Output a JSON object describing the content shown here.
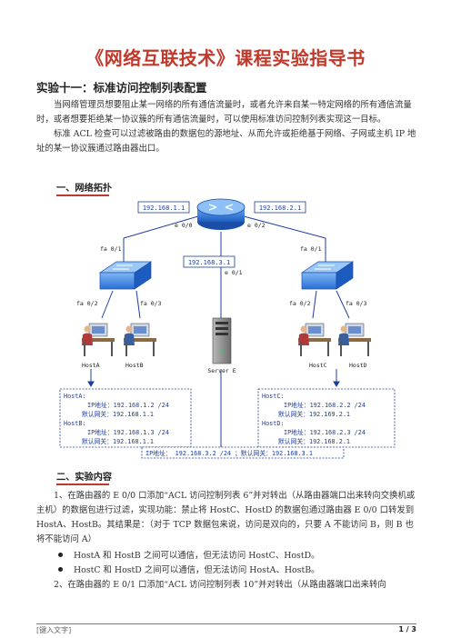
{
  "document": {
    "title": "《网络互联技术》课程实验指导书",
    "experiment_title": "实验十一：标准访问控制列表配置",
    "intro": [
      "当网络管理员想要阻止某一网络的所有通信流量时，或者允许来自某一特定网络的所有通信流量时，或者想要拒绝某一协议簇的所有通信流量时，可以使用标准访问控制列表实现这一目标。",
      "标准 ACL 检查可以过滤被路由的数据包的源地址、从而允许或拒绝基于网络、子网或主机 IP 地址的某一协议簇通过路由器出口。"
    ],
    "section1": "一、网络拓扑",
    "section2": "二、实验内容",
    "content_p1": "1、在路由器的 E 0/0 口添加“ACL 访问控制列表 6”并对转出（从路由器端口出来转向交换机或主机）的数据包进行过滤，实现功能：禁止将 HostC、HostD 的数据包通过路由器 E 0/0 口转发到 HostA、HostB。其结果是：（对于 TCP 数据包来说，访问是双向的，只要 A 不能访问 B，则 B 也将不能访问 A）",
    "bullets": [
      "HostA 和 HostB 之间可以通信，但无法访问 HostC、HostD。",
      "HostC 和 HostD 之间可以通信，但无法访问 HostA、HostB。"
    ],
    "content_p2": "2、在路由器的 E 0/1 口添加“ACL 访问控制列表 10”并对转出（从路由器端口出来转向",
    "footer_left": "[键入文字]",
    "footer_right": "1 / 3"
  },
  "diagram": {
    "router_left_ip": "192.168.1.1",
    "router_right_ip": "192.168.2.1",
    "router_mid_ip": "192.168.3.1",
    "e00": "e 0/0",
    "e02": "e 0/2",
    "e01": "e 0/1",
    "fa01_left": "fa 0/1",
    "fa01_right": "fa 0/1",
    "fa02_left": "fa 0/2",
    "fa03_left": "fa 0/3",
    "fa02_right": "fa 0/2",
    "fa03_right": "fa 0/3",
    "host_a": "HostA",
    "host_b": "HostB",
    "host_c": "HostC",
    "host_d": "HostD",
    "server": "Server E",
    "left_box": [
      "HostA:",
      "IP地址：192.168.1.2 /24",
      "默认网关：192.168.1.1",
      "HostB:",
      "IP地址：192.168.1.3 /24",
      "默认网关：192.168.1.1"
    ],
    "right_box": [
      "HostC:",
      "IP地址：192.168.2.2 /24",
      "默认网关：192.169.2.1",
      "HostD:",
      "IP地址：192.168.2.3 /24",
      "默认网关：192.168.2.1"
    ],
    "server_box": "IP地址： 192.168.3.2 /24 ；默认网关：192.168.3.1"
  },
  "colors": {
    "title_red": "#c0392b",
    "device_blue": "#2a6fd6",
    "annotation_blue": "#1f4fb5"
  }
}
